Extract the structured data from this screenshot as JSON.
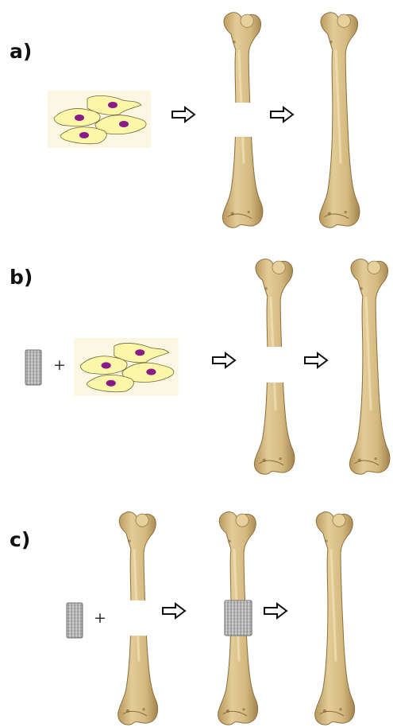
{
  "panels": [
    {
      "label": "a)",
      "sequence": [
        "cells",
        "arrow",
        "fractured-bone",
        "arrow",
        "healed-bone"
      ]
    },
    {
      "label": "b)",
      "plus": "+",
      "sequence": [
        "scaffold",
        "plus",
        "cells",
        "arrow",
        "fractured-bone",
        "arrow",
        "healed-bone"
      ]
    },
    {
      "label": "c)",
      "plus": "+",
      "sequence": [
        "scaffold",
        "plus",
        "fractured-bone",
        "arrow",
        "bone-with-implant",
        "arrow",
        "healed-bone"
      ]
    }
  ],
  "colors": {
    "bone": "#d8c08a",
    "bone_shadow": "#a98a55",
    "cell_body": "#fbf6a8",
    "cell_nucleus": "#8a1a8a",
    "cell_background": "#fbf7e3",
    "scaffold": "#b9b9b9",
    "arrow_stroke": "#111111"
  }
}
